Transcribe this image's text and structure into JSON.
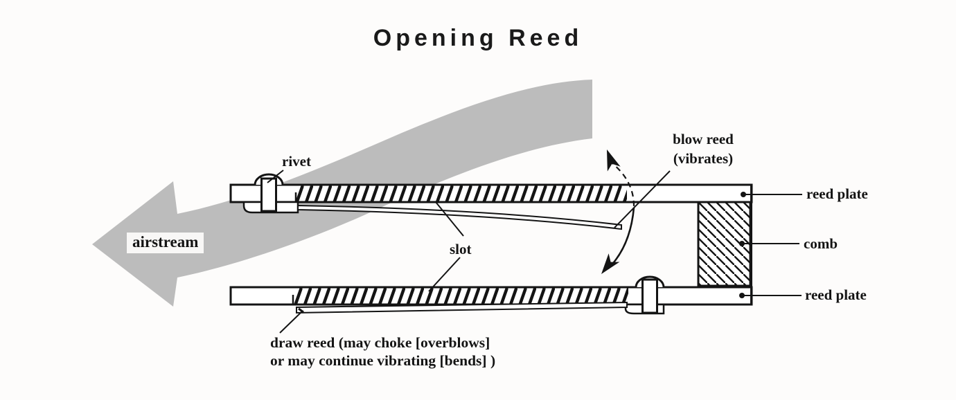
{
  "title": "Opening Reed",
  "colors": {
    "airstream_gray": "#bcbcbc",
    "ink": "#141414",
    "background": "#fdfcfb"
  },
  "diagram": {
    "labels": {
      "rivet": "rivet",
      "blow_reed_line1": "blow reed",
      "blow_reed_line2": "(vibrates)",
      "airstream": "airstream",
      "slot": "slot",
      "reed_plate_top": "reed plate",
      "comb": "comb",
      "reed_plate_bottom": "reed plate",
      "draw_reed_line1": "draw reed (may choke [overblows]",
      "draw_reed_line2": "or may continue vibrating [bends] )"
    }
  }
}
